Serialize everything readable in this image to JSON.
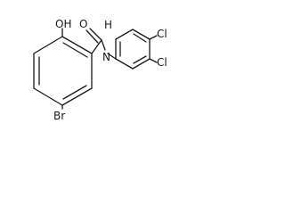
{
  "atoms": {
    "hydroxyl": "OH",
    "carbonyl_oxygen": "O",
    "amide_nitrogen": "N",
    "amide_hydrogen": "H",
    "bromine": "Br",
    "chlorine_para": "Cl",
    "chlorine_meta": "Cl"
  }
}
